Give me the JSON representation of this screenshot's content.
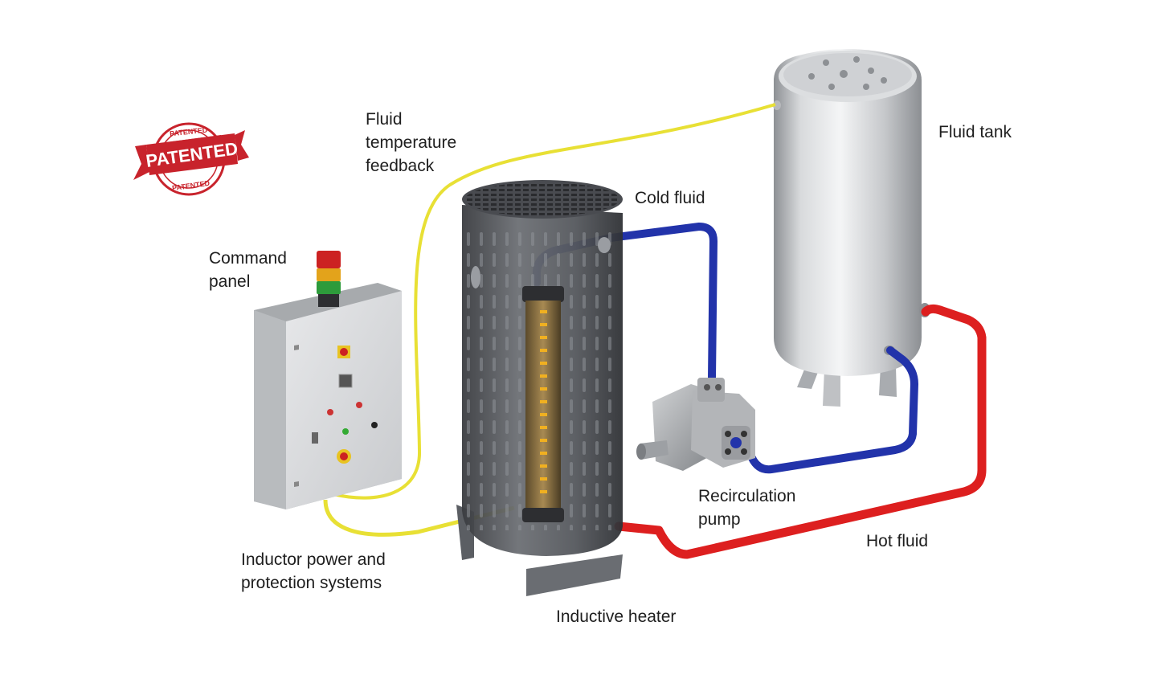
{
  "badge": {
    "text": "PATENTED",
    "ring_text": "PATENTED",
    "color": "#c8232c"
  },
  "labels": {
    "feedback": [
      "Fluid",
      "temperature",
      "feedback"
    ],
    "command_panel": [
      "Command",
      "panel"
    ],
    "cold_fluid": "Cold fluid",
    "fluid_tank": "Fluid tank",
    "recirculation_pump": [
      "Recirculation",
      "pump"
    ],
    "hot_fluid": "Hot fluid",
    "inductor_power": [
      "Inductor power and",
      "protection systems"
    ],
    "inductive_heater": "Inductive heater"
  },
  "colors": {
    "cable": "#e8e035",
    "cold_pipe": "#2233aa",
    "hot_pipe": "#dd1f1f",
    "tank_metal": "#c9cbce",
    "panel_body": "#d7d9db"
  },
  "icons": {
    "signal_tower": "signal-tower-icon",
    "tank": "tank-icon",
    "pump": "pump-icon",
    "heater": "heater-icon",
    "panel": "control-panel-icon"
  }
}
